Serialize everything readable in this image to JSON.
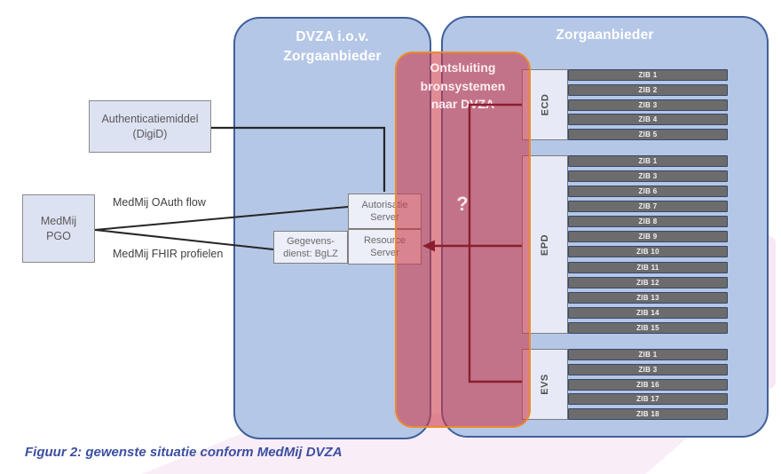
{
  "caption": "Figuur 2: gewenste situatie conform MedMij DVZA",
  "colors": {
    "container_fill": "#b5c7e7",
    "container_border": "#40609a",
    "overlay_fill": "rgba(203,55,70,0.58)",
    "overlay_border": "#ec8b2c",
    "maroon_line": "#8b1e2d",
    "black_line": "#262626",
    "zib_fill": "#6c6c6c",
    "caption_color": "#3b4fa0"
  },
  "left": {
    "authenticatiemiddel": {
      "line1": "Authenticatiemiddel",
      "line2": "(DigiD)"
    },
    "pgo": {
      "line1": "MedMij",
      "line2": "PGO"
    }
  },
  "edges": {
    "oauth_label": "MedMij OAuth flow",
    "fhir_label": "MedMij FHIR profielen"
  },
  "dvza": {
    "title_line1": "DVZA i.o.v.",
    "title_line2": "Zorgaanbieder",
    "autorisatie": {
      "line1": "Autorisatie",
      "line2": "Server"
    },
    "resource": {
      "line1": "Resource",
      "line2": "Server"
    },
    "gegevensdienst": {
      "line1": "Gegevens-",
      "line2": "dienst: BgLZ"
    }
  },
  "overlay": {
    "title_line1": "Ontsluiting",
    "title_line2": "bronsystemen",
    "title_line3": "naar DVZA",
    "question_mark": "?"
  },
  "zorgaanbieder": {
    "title": "Zorgaanbieder",
    "sections": [
      {
        "label": "ECD",
        "zibs": [
          "ZIB 1",
          "ZIB 2",
          "ZIB 3",
          "ZIB 4",
          "ZIB 5"
        ]
      },
      {
        "label": "EPD",
        "zibs": [
          "ZIB 1",
          "ZIB 3",
          "ZIB 6",
          "ZIB 7",
          "ZIB 8",
          "ZIB 9",
          "ZIB 10",
          "ZIB 11",
          "ZIB 12",
          "ZIB 13",
          "ZIB 14",
          "ZIB 15"
        ]
      },
      {
        "label": "EVS",
        "zibs": [
          "ZIB 1",
          "ZIB 3",
          "ZIB 16",
          "ZIB 17",
          "ZIB 18"
        ]
      }
    ]
  }
}
